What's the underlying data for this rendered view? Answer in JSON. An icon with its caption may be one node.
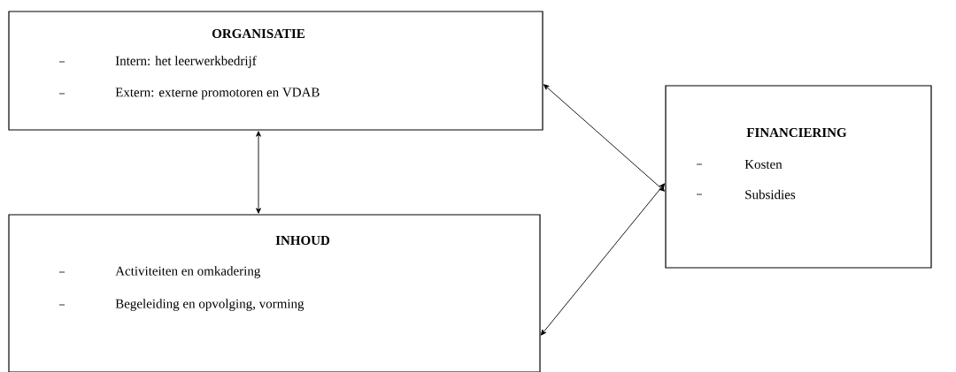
{
  "diagram": {
    "nodes": [
      {
        "text": [
          "ORGANISATIE",
          "Intern: het leerwerkbedrijf",
          "Extern: externe promotoren en VDAB"
        ]
      },
      {
        "text": [
          "INHOUD",
          "Activiteiten en omkadering",
          "Begeleiding en opvolging, vorming"
        ]
      },
      {
        "text": [
          "FINANCIERING",
          "Kosten",
          "Subsidies"
        ]
      }
    ],
    "edges": [
      {
        "from": 0,
        "to": 1,
        "arrow": "both"
      },
      {
        "from": 0,
        "to": 2,
        "arrow": "both"
      },
      {
        "from": 1,
        "to": 2,
        "arrow": "both"
      }
    ]
  }
}
